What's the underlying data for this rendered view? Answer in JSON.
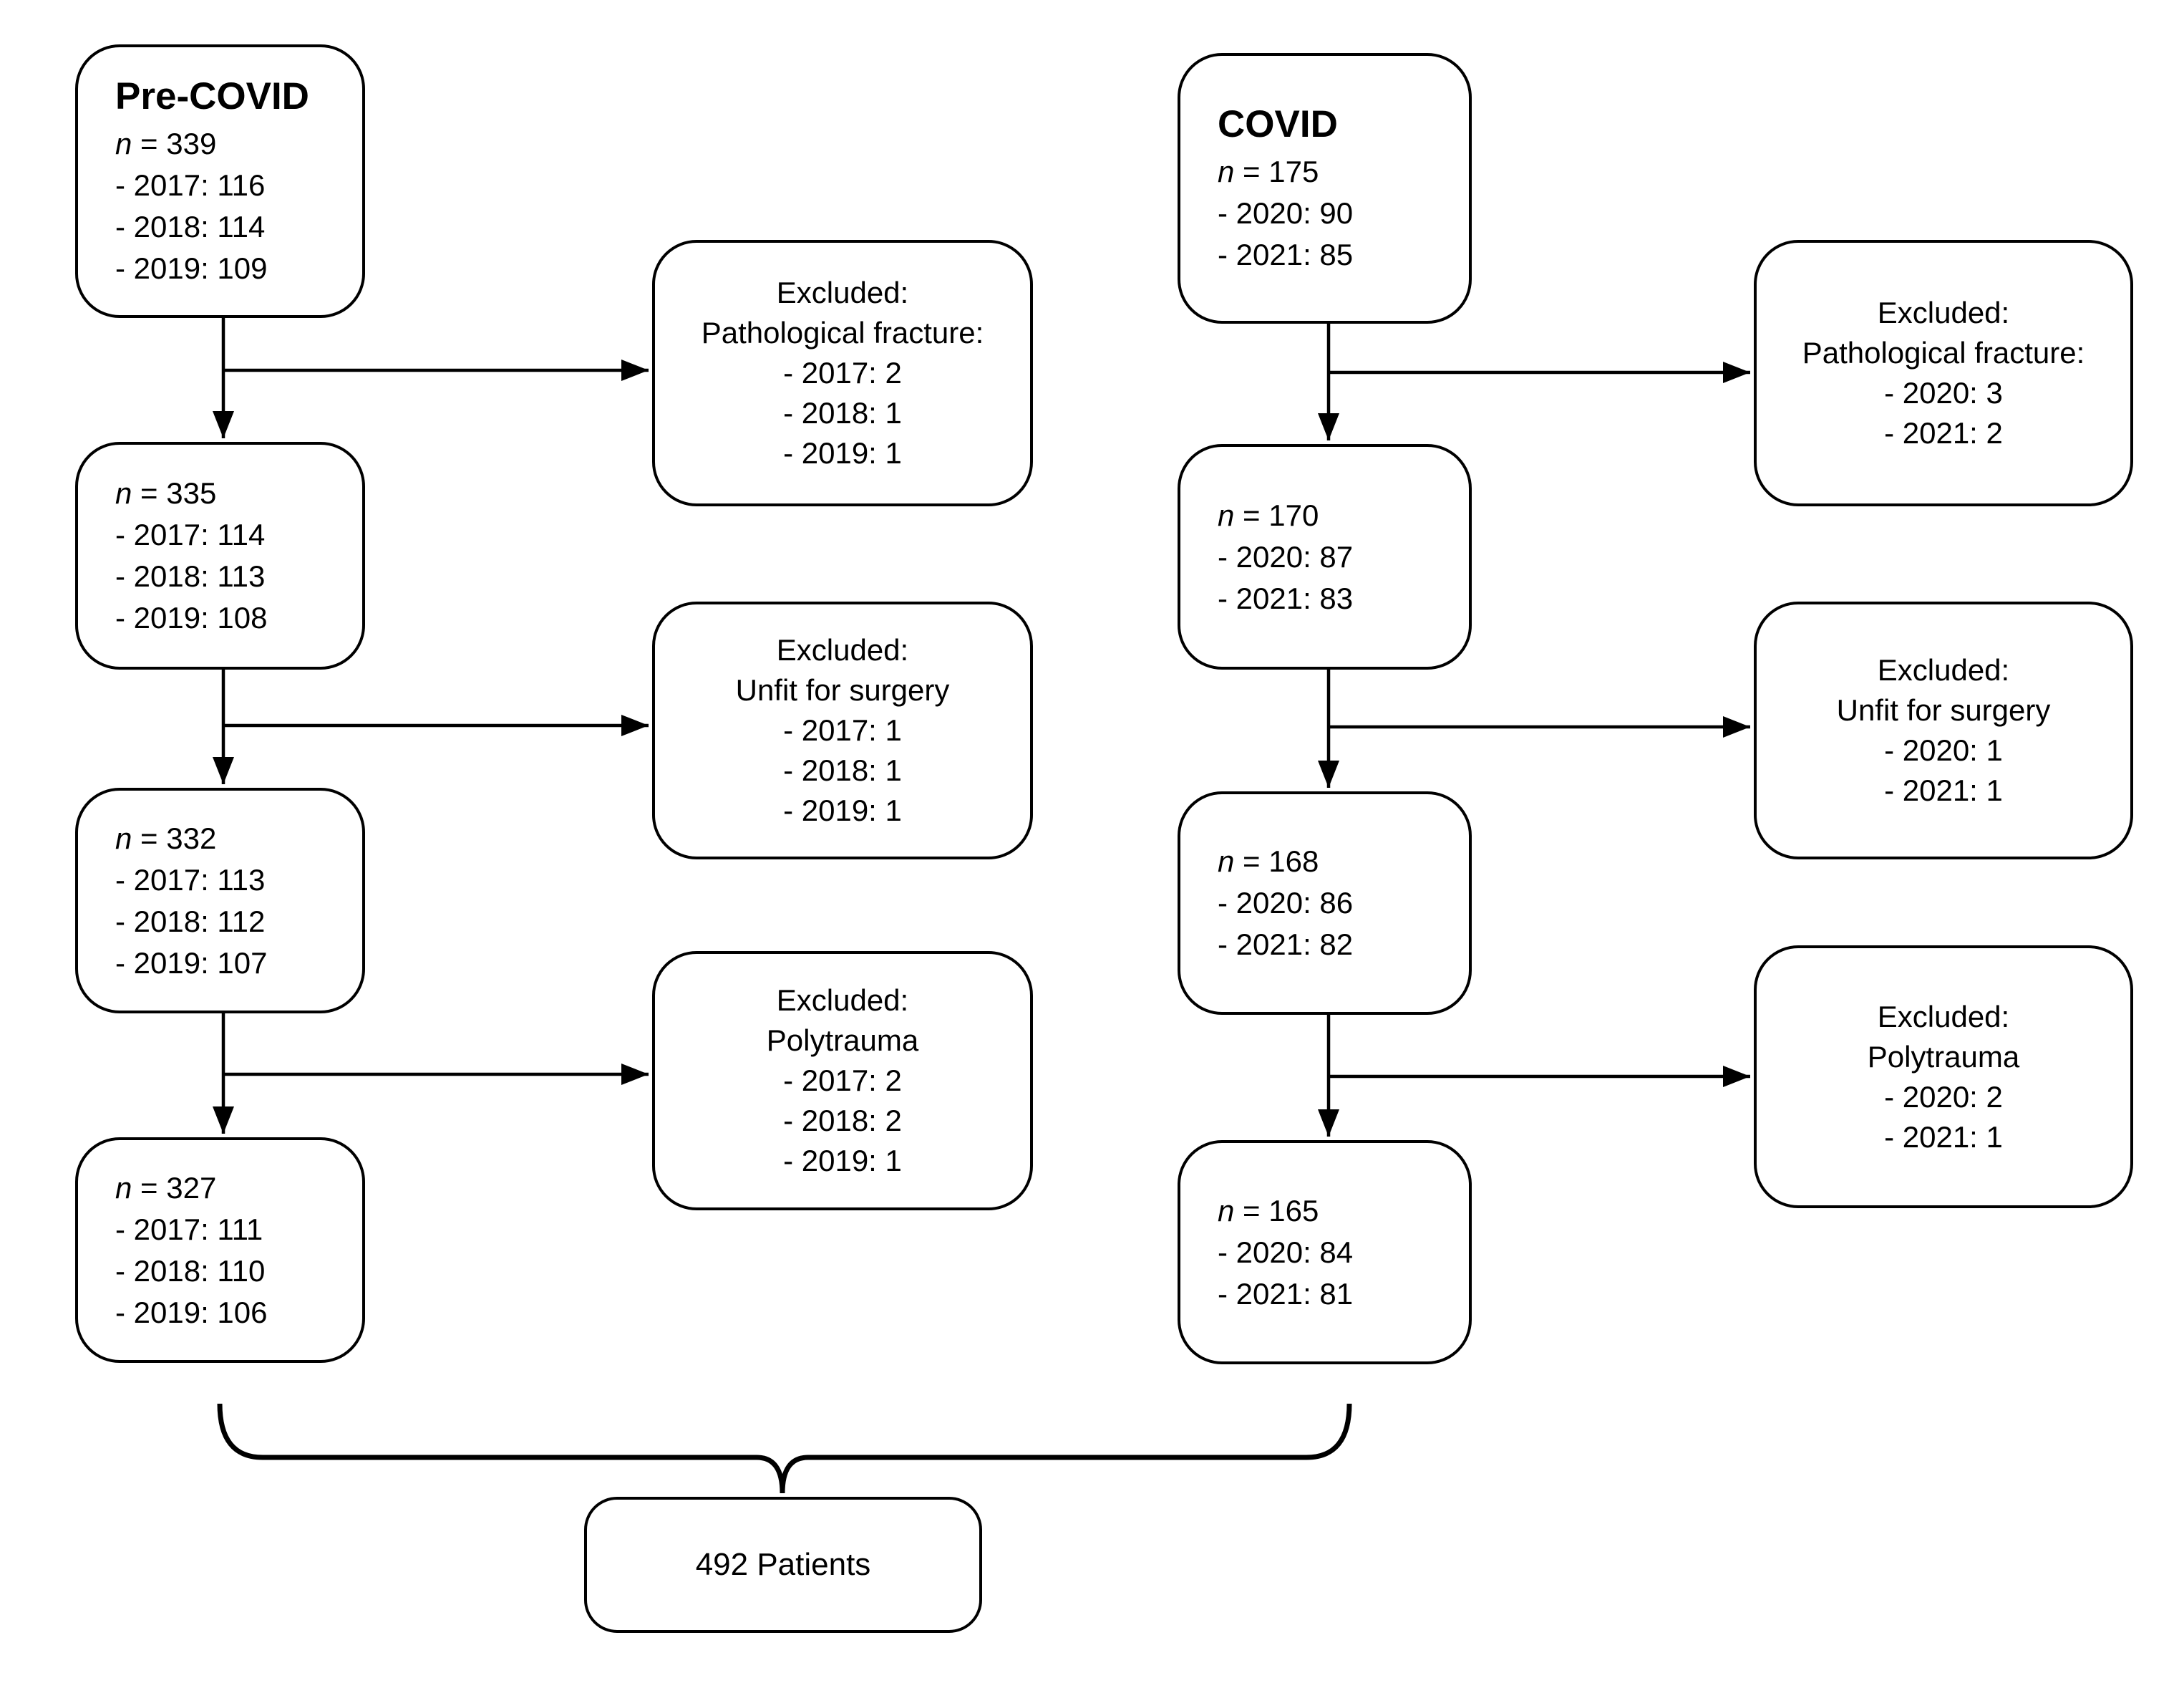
{
  "colors": {
    "background": "#ffffff",
    "stroke": "#000000",
    "text": "#000000"
  },
  "arms": {
    "pre_covid": {
      "title": "Pre-COVID",
      "stages": [
        {
          "n": "n = 339",
          "items": [
            "- 2017: 116",
            "- 2018: 114",
            "- 2019: 109"
          ]
        },
        {
          "n": "n = 335",
          "items": [
            "- 2017: 114",
            "- 2018: 113",
            "- 2019: 108"
          ]
        },
        {
          "n": "n = 332",
          "items": [
            "- 2017: 113",
            "- 2018: 112",
            "- 2019: 107"
          ]
        },
        {
          "n": "n = 327",
          "items": [
            "- 2017: 111",
            "- 2018: 110",
            "- 2019: 106"
          ]
        }
      ],
      "exclusions": [
        {
          "header": "Excluded:",
          "reason": "Pathological fracture:",
          "items": [
            "- 2017: 2",
            "- 2018: 1",
            "- 2019: 1"
          ]
        },
        {
          "header": "Excluded:",
          "reason": "Unfit for surgery",
          "items": [
            "- 2017: 1",
            "- 2018: 1",
            "- 2019: 1"
          ]
        },
        {
          "header": "Excluded:",
          "reason": "Polytrauma",
          "items": [
            "- 2017: 2",
            "- 2018: 2",
            "- 2019: 1"
          ]
        }
      ]
    },
    "covid": {
      "title": "COVID",
      "stages": [
        {
          "n": "n = 175",
          "items": [
            "- 2020: 90",
            "- 2021: 85"
          ]
        },
        {
          "n": "n = 170",
          "items": [
            "- 2020: 87",
            "- 2021: 83"
          ]
        },
        {
          "n": "n = 168",
          "items": [
            "- 2020: 86",
            "- 2021: 82"
          ]
        },
        {
          "n": "n = 165",
          "items": [
            "- 2020: 84",
            "- 2021: 81"
          ]
        }
      ],
      "exclusions": [
        {
          "header": "Excluded:",
          "reason": "Pathological fracture:",
          "items": [
            "- 2020: 3",
            "- 2021: 2"
          ]
        },
        {
          "header": "Excluded:",
          "reason": "Unfit for surgery",
          "items": [
            "- 2020: 1",
            "- 2021: 1"
          ]
        },
        {
          "header": "Excluded:",
          "reason": "Polytrauma",
          "items": [
            "- 2020: 2",
            "- 2021: 1"
          ]
        }
      ]
    }
  },
  "total": {
    "label": "492 Patients"
  }
}
